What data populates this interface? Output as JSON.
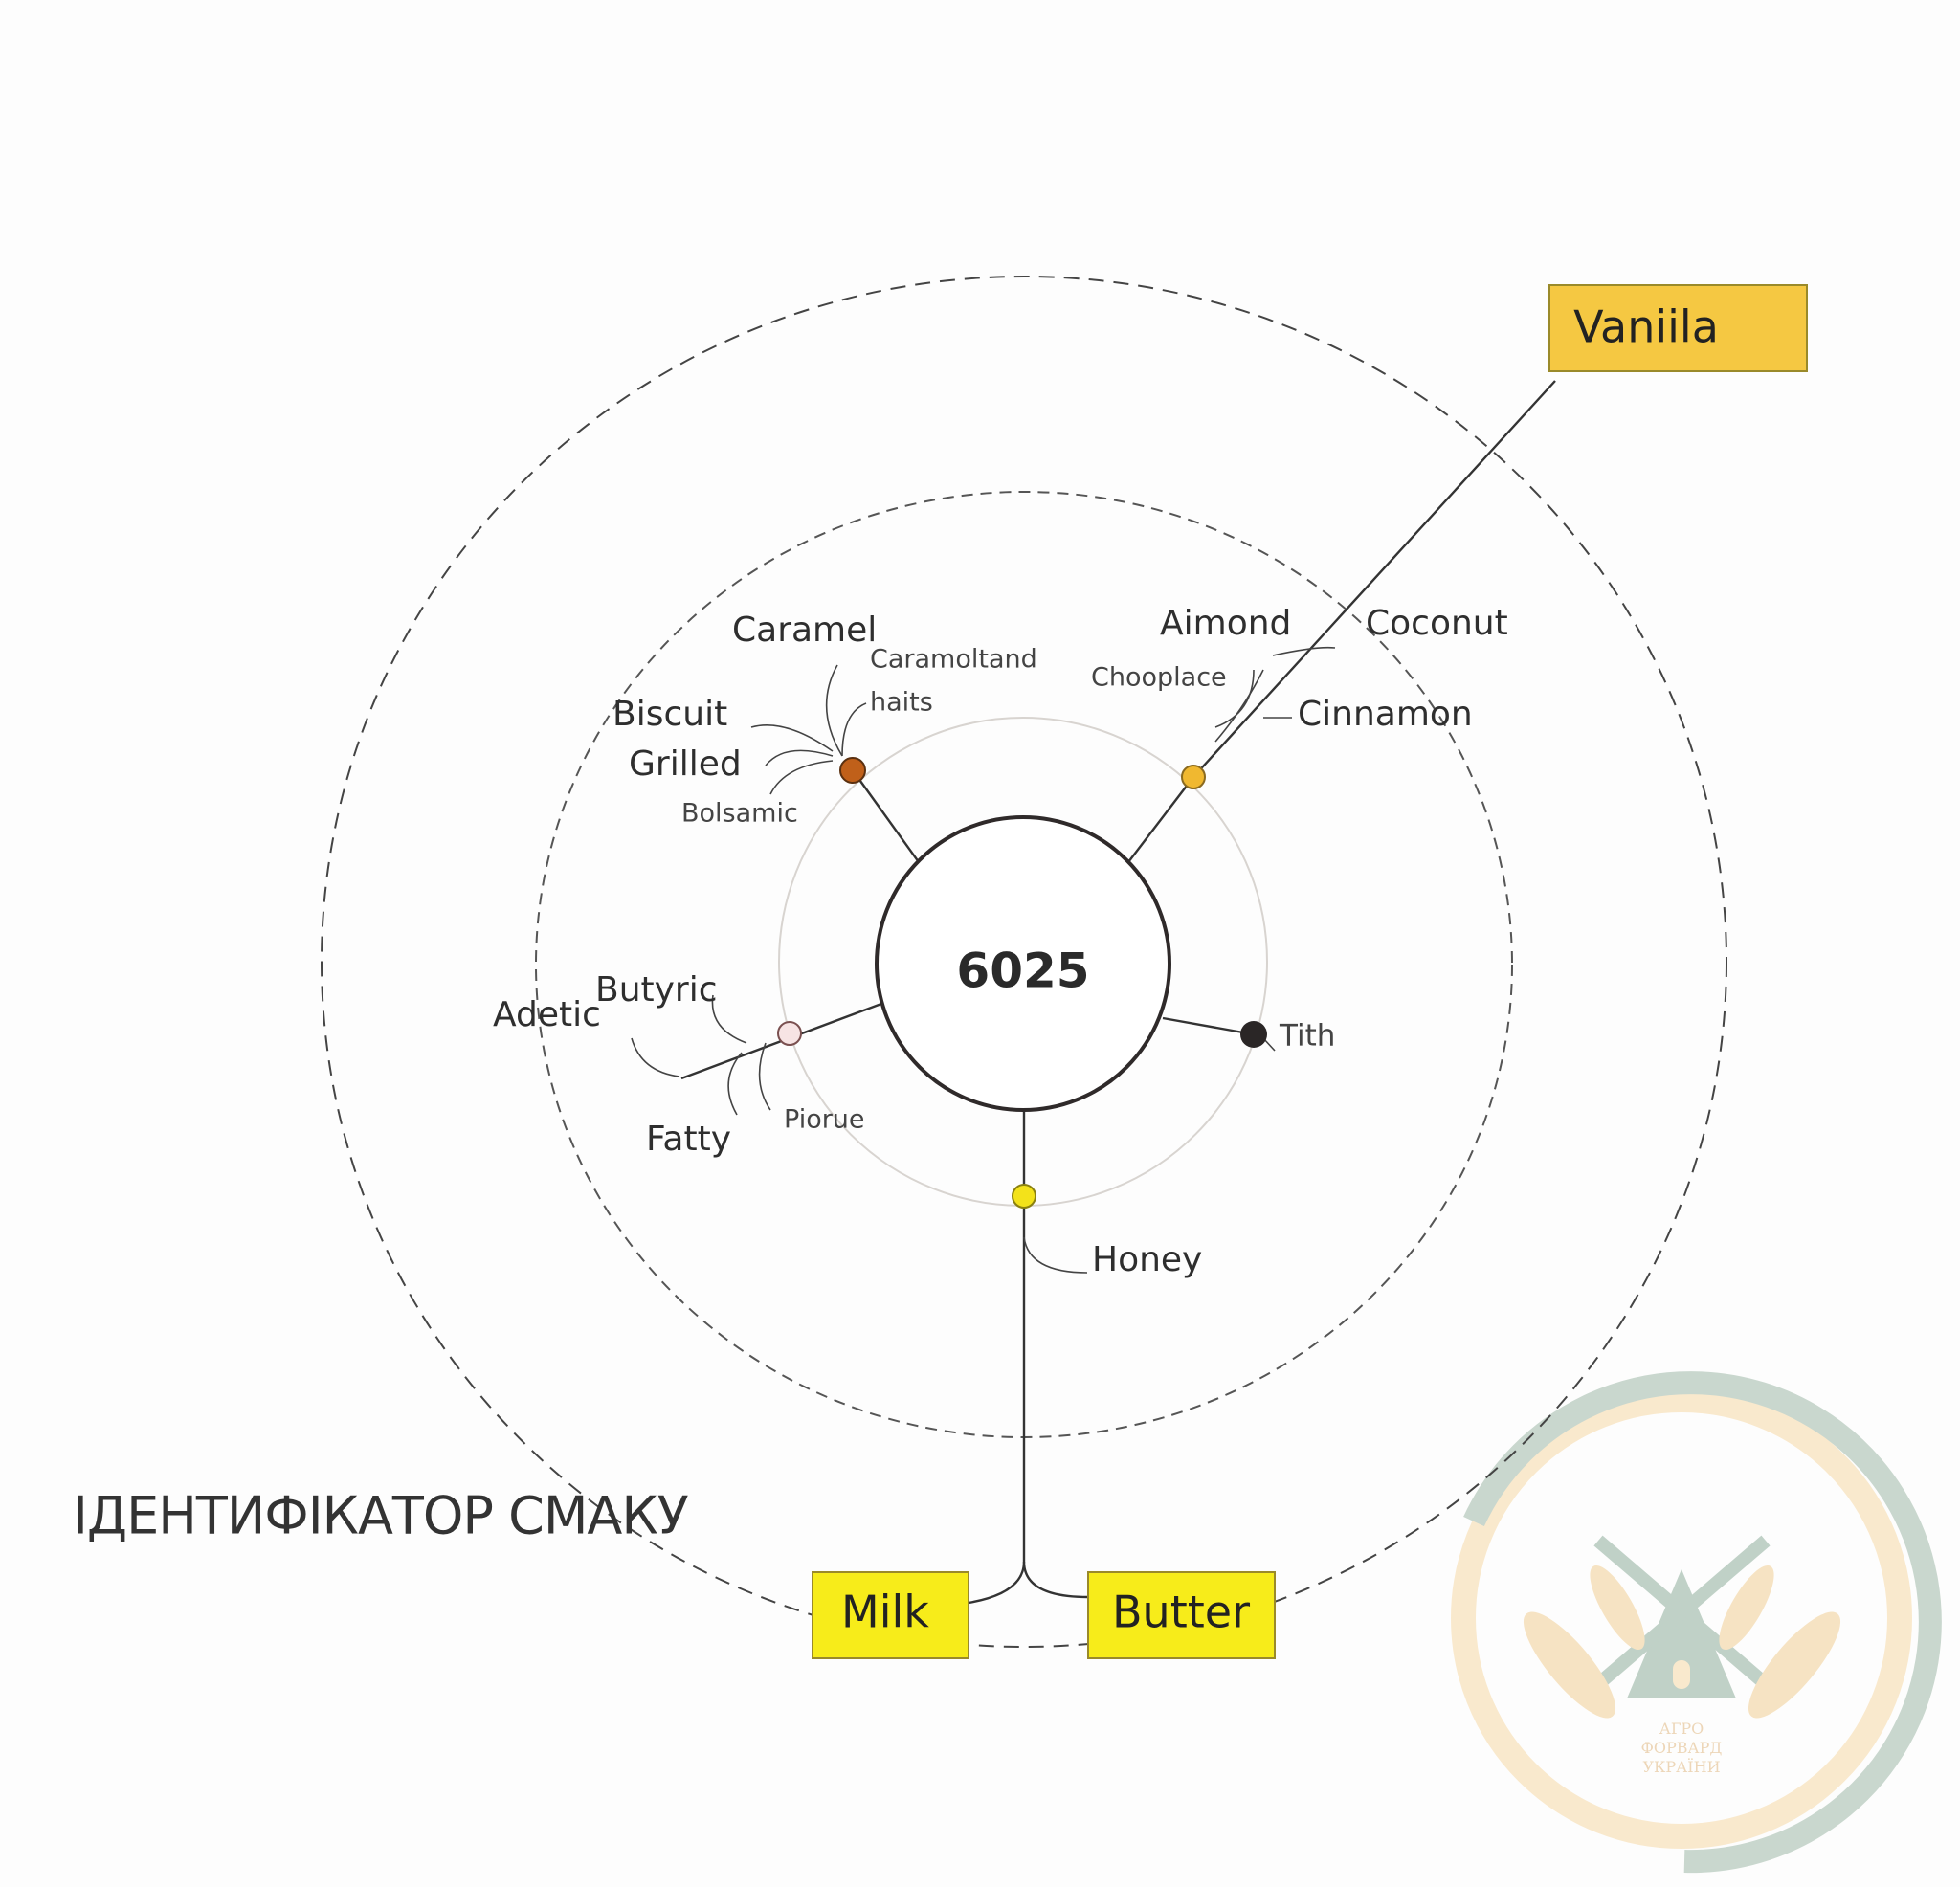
{
  "diagram": {
    "title": "ІДЕНТИФІКАТОР СМАКУ",
    "center_label": "6025",
    "boxes": {
      "vanilla": "Vaniila",
      "milk": "Milk",
      "butter": "Butter"
    },
    "labels": {
      "caramel": "Caramel",
      "caramoltand": "Caramoltand",
      "haits": "haits",
      "biscuit": "Biscuit",
      "grilled": "Grilled",
      "bolsamic": "Bolsamic",
      "almond": "Aimond",
      "coconut": "Coconut",
      "chooplace": "Chooplace",
      "cinnamon": "Cinnamon",
      "butyric": "Butyric",
      "acetic": "Adetic",
      "fatty": "Fatty",
      "piorue": "Piorue",
      "tith": "Tith",
      "honey": "Honey"
    },
    "colors": {
      "vanilla_box": "#f5c842",
      "milk_box": "#f7ec1a",
      "caramel_node": "#c0601a",
      "almond_node": "#f0b830",
      "acid_node": "#f2d6d6",
      "tith_node": "#2a2626",
      "honey_node": "#f3e21a"
    }
  },
  "logo": {
    "text": [
      "АГРО",
      "ФОРВАРД",
      "УКРАЇНИ"
    ]
  }
}
